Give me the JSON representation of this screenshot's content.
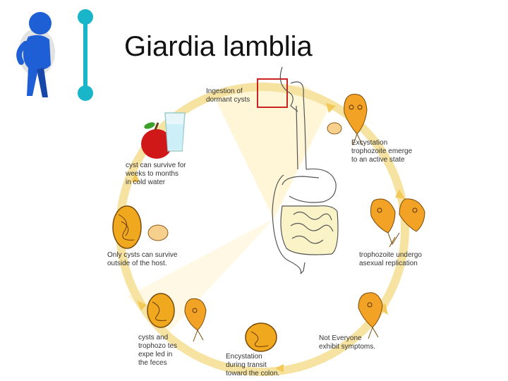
{
  "title": "Giardia lamblia",
  "labels": {
    "ingestion": [
      "Ingestion of",
      "dormant cysts"
    ],
    "excystation": [
      "Excystation",
      "trophozoite emerge",
      "to an active state"
    ],
    "replication": [
      "trophozoite undergo",
      "asexual replication"
    ],
    "symptoms": [
      "Not Everyone",
      "exhibit symptoms."
    ],
    "encystation": [
      "Encystation",
      "during transit",
      "toward the colon."
    ],
    "expelled": [
      "cysts and",
      "trophozo tes",
      "expe led in",
      "the feces"
    ],
    "outside": [
      "Only cysts can survive",
      "outside of the host."
    ],
    "cold_water": [
      "cyst can survive for",
      "weeks to months",
      "in cold water"
    ]
  },
  "colors": {
    "accent": "#19b5c8",
    "figure": "#1f5fd6",
    "cycle": "#f7d67a",
    "cyst_fill": "#f0a91e",
    "highlight_box": "#cc2222"
  }
}
